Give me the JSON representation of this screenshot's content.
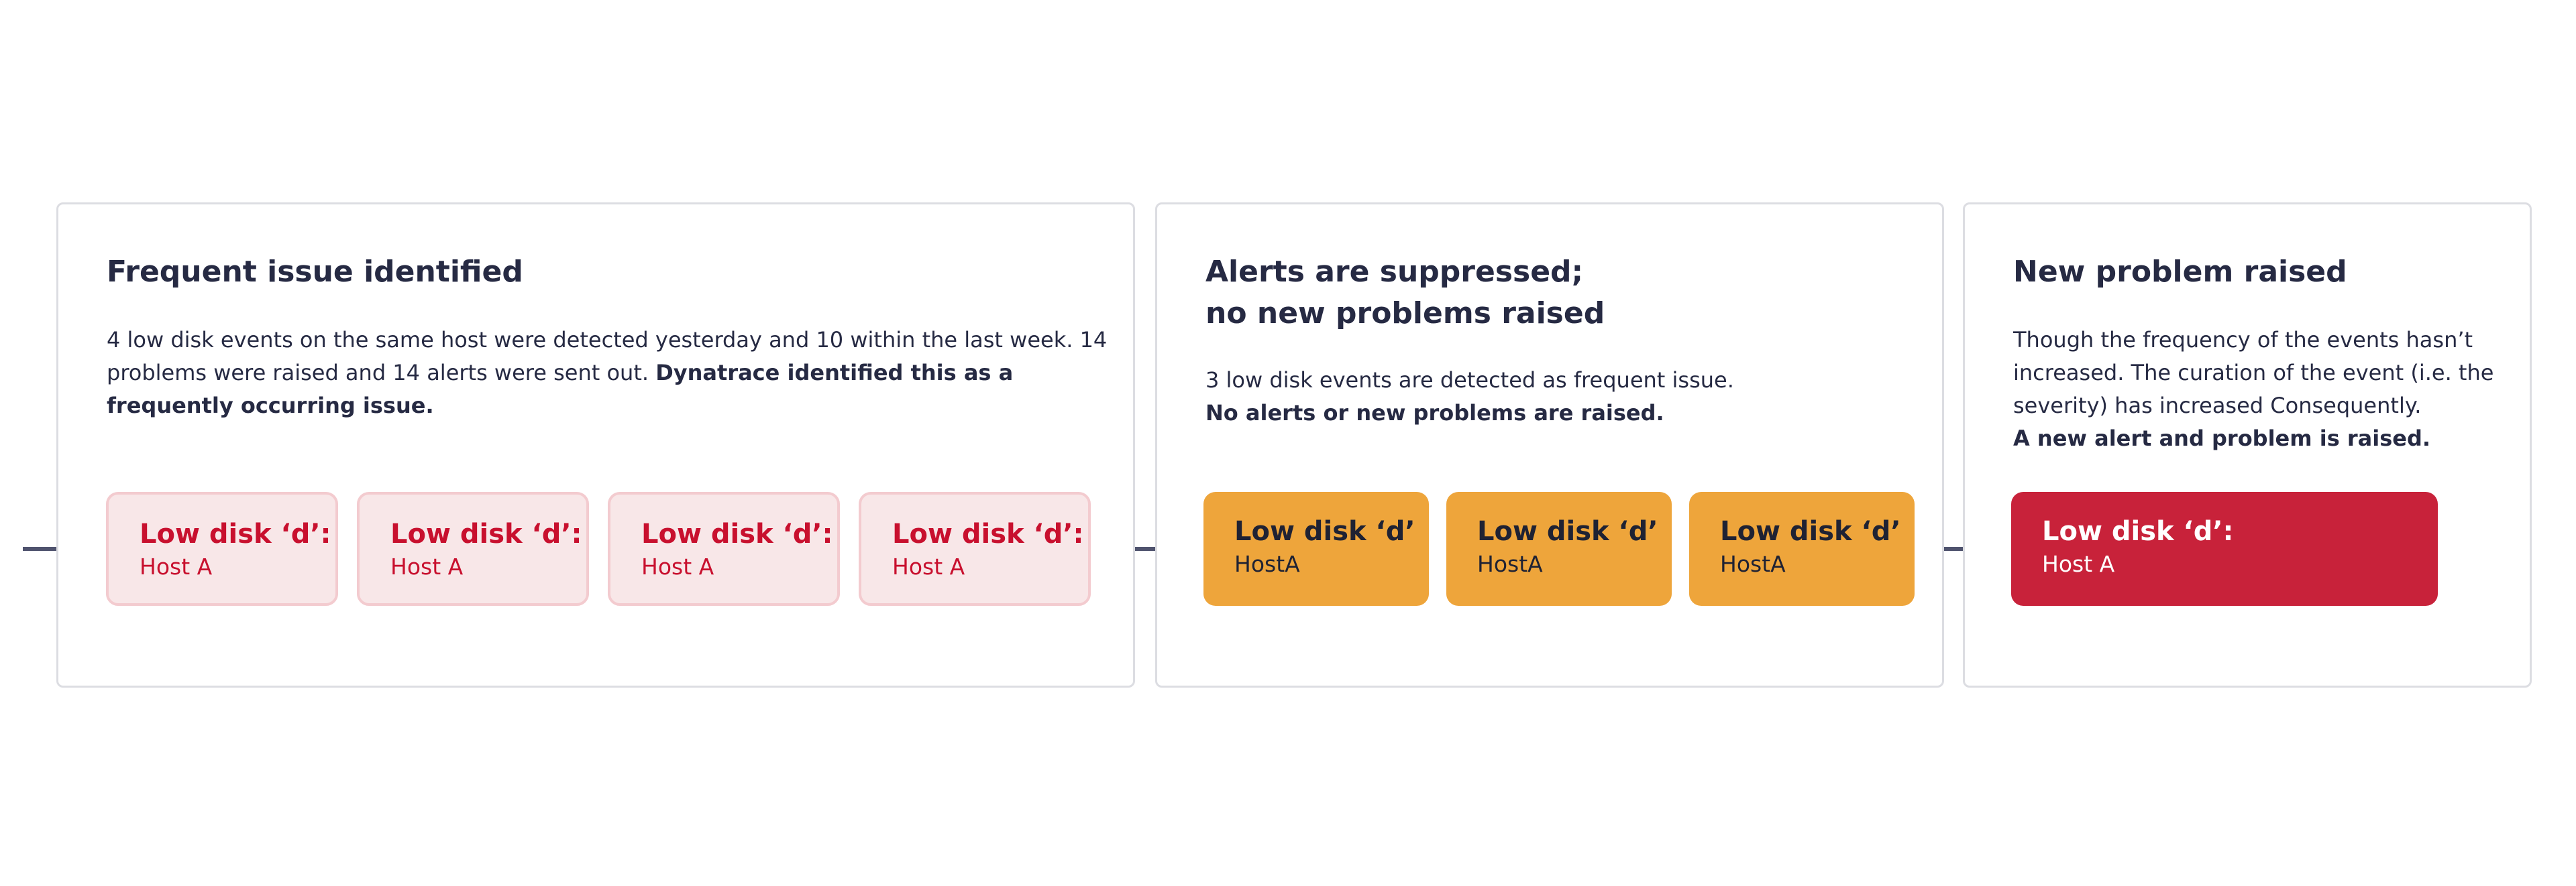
{
  "panels": [
    {
      "title_lines": [
        "Frequent issue identified"
      ],
      "description_plain": "4 low disk events on the same host were detected yesterday and 10 within the last week. 14 problems were raised and 14 alerts were sent out. ",
      "description_bold": "Dynatrace identified this as a frequently occurring issue."
    },
    {
      "title_lines": [
        "Alerts are suppressed;",
        "no new problems raised"
      ],
      "description_plain": "3 low disk events are detected as frequent issue.",
      "description_bold": "No alerts or new problems are raised."
    },
    {
      "title_lines": [
        "New problem raised"
      ],
      "description_plain": "Though the frequency of the events hasn’t increased. The curation of the event (i.e. the severity) has increased Consequently.",
      "description_bold": "A new alert and problem is raised."
    }
  ],
  "event_cards": [
    {
      "title": "Low disk ‘d’:",
      "host": "Host A",
      "status": "resolved",
      "color": "#f8e7e8"
    },
    {
      "title": "Low disk ‘d’:",
      "host": "Host A",
      "status": "resolved",
      "color": "#f8e7e8"
    },
    {
      "title": "Low disk ‘d’:",
      "host": "Host A",
      "status": "resolved",
      "color": "#f8e7e8"
    },
    {
      "title": "Low disk ‘d’:",
      "host": "Host A",
      "status": "resolved",
      "color": "#f8e7e8"
    },
    {
      "title": "Low disk ‘d’",
      "host": "HostA",
      "status": "suppressed",
      "color": "#eea53b"
    },
    {
      "title": "Low disk ‘d’",
      "host": "HostA",
      "status": "suppressed",
      "color": "#eea53b"
    },
    {
      "title": "Low disk ‘d’",
      "host": "HostA",
      "status": "suppressed",
      "color": "#eea53b"
    },
    {
      "title": "Low disk ‘d’:",
      "host": "Host A",
      "status": "raised",
      "color": "#c8223a"
    }
  ],
  "colors": {
    "timeline": "#4f536e",
    "text": "#262a43",
    "panel_border": "#dcdde2"
  }
}
